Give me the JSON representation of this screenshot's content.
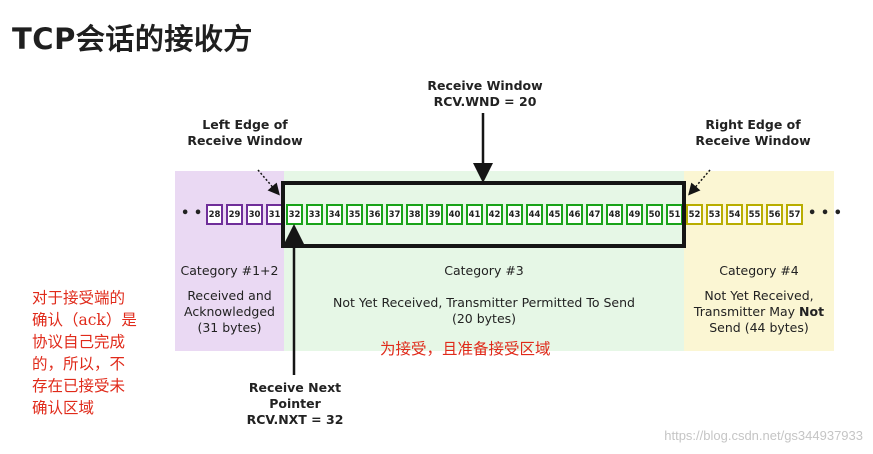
{
  "title": "TCP会话的接收方",
  "annotations": {
    "receive_window": [
      "Receive Window",
      "RCV.WND = 20"
    ],
    "left_edge": [
      "Left Edge of",
      "Receive Window"
    ],
    "right_edge": [
      "Right Edge of",
      "Receive Window"
    ],
    "next_pointer": [
      "Receive Next",
      "Pointer",
      "RCV.NXT = 32"
    ]
  },
  "ellipsis": "• • •",
  "sequence": {
    "purple": [
      "28",
      "29",
      "30",
      "31"
    ],
    "green": [
      "32",
      "33",
      "34",
      "35",
      "36",
      "37",
      "38",
      "39",
      "40",
      "41",
      "42",
      "43",
      "44",
      "45",
      "46",
      "47",
      "48",
      "49",
      "50",
      "51"
    ],
    "yellow": [
      "52",
      "53",
      "54",
      "55",
      "56",
      "57"
    ]
  },
  "categories": {
    "cat12": {
      "title": "Category #1+2",
      "lines": [
        "Received and",
        "Acknowledged",
        "(31 bytes)"
      ]
    },
    "cat3": {
      "title": "Category #3",
      "lines": [
        "Not Yet Received, Transmitter Permitted To Send",
        "(20 bytes)"
      ]
    },
    "cat4": {
      "title": "Category #4",
      "line1": "Not Yet Received,",
      "line2_pre": "Transmitter May ",
      "line2_bold": "Not",
      "line3": "Send (44 bytes)"
    }
  },
  "notes": {
    "left_note": [
      "对于接受端的",
      "确认（ack）是",
      "协议自己完成",
      "的，所以，不",
      "存在已接受未",
      "确认区域"
    ],
    "middle_note": "为接受，且准备接受区域"
  },
  "watermark": "https://blog.csdn.net/gs344937933",
  "colors": {
    "purple_region": "#ead9f3",
    "green_region": "#e6f7e6",
    "yellow_region": "#fbf6d3",
    "purple_border": "#6f2e99",
    "green_border": "#19a319",
    "yellow_border": "#b8ad00",
    "note_red": "#e02a1a"
  }
}
